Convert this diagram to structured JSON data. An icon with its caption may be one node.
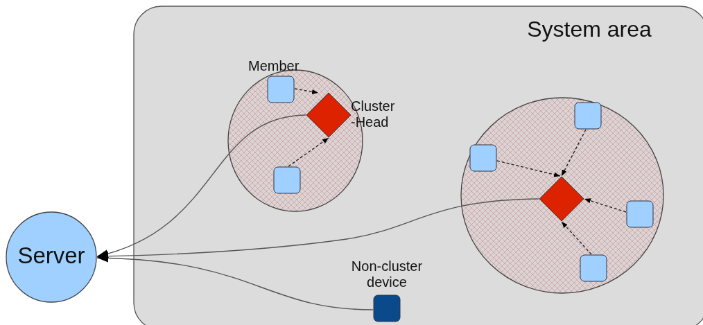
{
  "diagram": {
    "nodes": [
      {
        "text": [
          "System area"
        ]
      },
      {
        "text": [],
        "shape": "circle",
        "in": 0
      },
      {
        "text": [],
        "shape": "box",
        "beside": [
          "Member"
        ],
        "in": 1
      },
      {
        "text": [],
        "shape": "diamond",
        "beside": [
          "Cluster -Head"
        ],
        "in": 1
      },
      {
        "text": [],
        "shape": "box",
        "in": 1
      },
      {
        "text": [],
        "shape": "circle",
        "in": 0
      },
      {
        "text": [],
        "shape": "box",
        "in": 5
      },
      {
        "text": [],
        "shape": "box",
        "in": 5
      },
      {
        "text": [],
        "shape": "diamond",
        "in": 5
      },
      {
        "text": [],
        "shape": "box",
        "in": 5
      },
      {
        "text": [],
        "shape": "box",
        "in": 5
      },
      {
        "text": [],
        "shape": "box",
        "beside": [
          "Non-cluster device"
        ],
        "in": 0
      },
      {
        "text": [
          "Server"
        ]
      }
    ],
    "edges": [
      {
        "from": 2,
        "to": 3,
        "arrow": "to",
        "style": "dashed"
      },
      {
        "from": 4,
        "to": 3,
        "arrow": "to",
        "style": "dashed"
      },
      {
        "from": 3,
        "to": 12,
        "arrow": "to"
      },
      {
        "from": 6,
        "to": 8,
        "arrow": "to",
        "style": "dashed"
      },
      {
        "from": 7,
        "to": 8,
        "arrow": "to",
        "style": "dashed"
      },
      {
        "from": 9,
        "to": 8,
        "arrow": "to",
        "style": "dashed"
      },
      {
        "from": 10,
        "to": 8,
        "arrow": "to",
        "style": "dashed"
      },
      {
        "from": 8,
        "to": 12,
        "arrow": "to"
      },
      {
        "from": 11,
        "to": 12,
        "arrow": "to"
      }
    ]
  }
}
